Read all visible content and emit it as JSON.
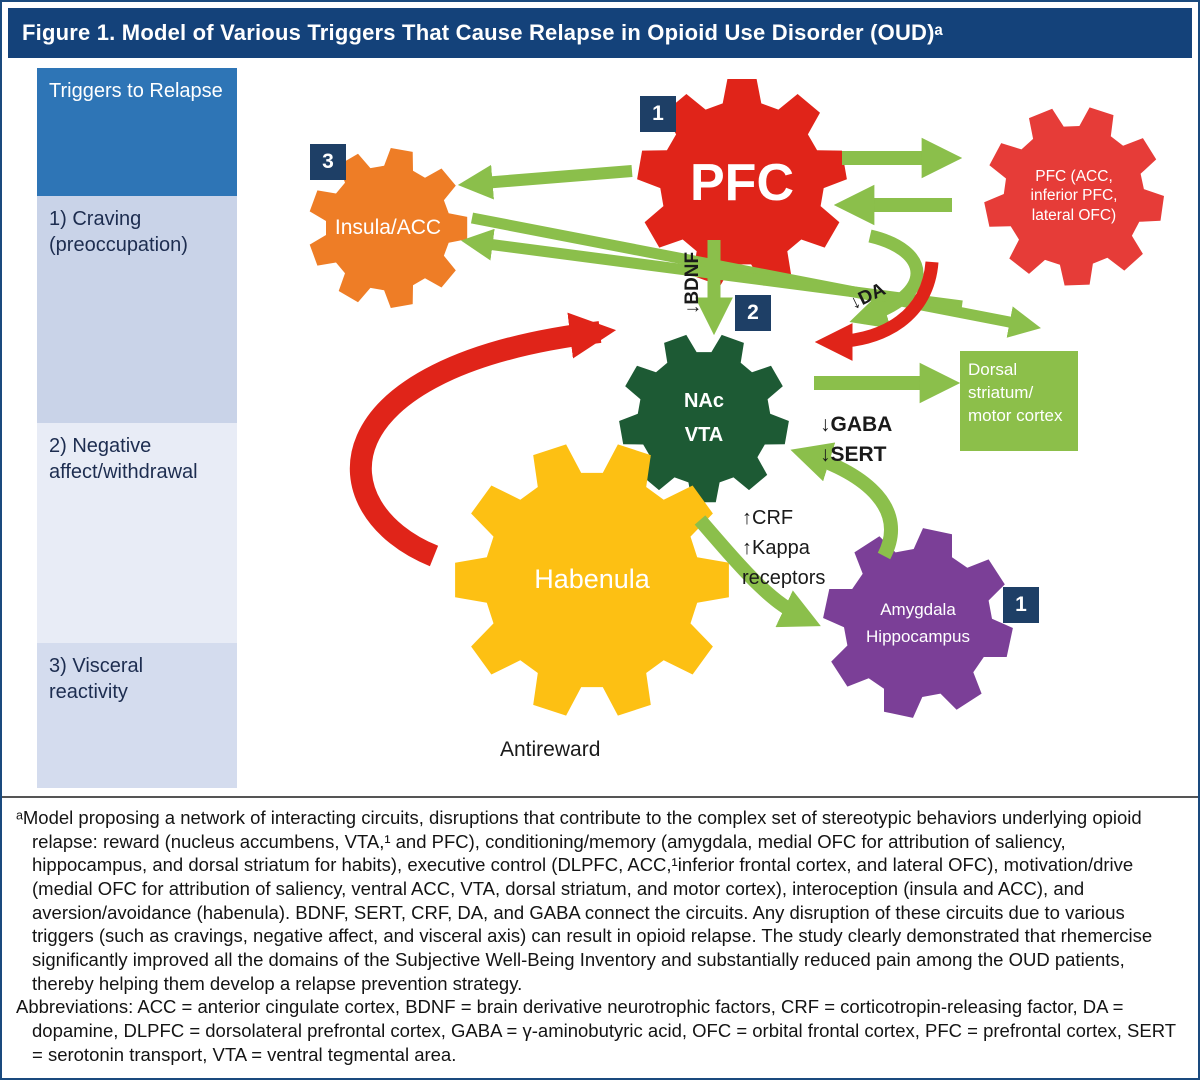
{
  "title": "Figure 1. Model of Various Triggers That Cause Relapse in Opioid Use Disorder (OUD)ᵃ",
  "sidebar": {
    "header": "Triggers to Relapse",
    "items": [
      {
        "label": "1) Craving (preoccupation)"
      },
      {
        "label": "2) Negative affect/withdrawal"
      },
      {
        "label": "3) Visceral reactivity"
      }
    ]
  },
  "diagram": {
    "nodes": {
      "pfc": {
        "label": "PFC",
        "badge": "1",
        "color": "#e02419"
      },
      "pfc_sub": {
        "label": "PFC (ACC, inferior PFC, lateral OFC)",
        "color": "#e63c38"
      },
      "insula": {
        "label": "Insula/ACC",
        "badge": "3",
        "color": "#ee7d26"
      },
      "nac_vta": {
        "line1": "NAc",
        "line2": "VTA",
        "badge": "2",
        "color": "#1d5a34"
      },
      "dorsal_striatum": {
        "label": "Dorsal striatum/ motor cortex",
        "color": "#8cbf4a"
      },
      "habenula": {
        "label": "Habenula",
        "color": "#fdc013"
      },
      "amygdala": {
        "line1": "Amygdala",
        "line2": "Hippocampus",
        "badge": "1",
        "color": "#7b3f97"
      }
    },
    "labels": {
      "bdnf": "↓BDNF",
      "da": "↓DA",
      "gaba": "↓GABA",
      "sert": "↓SERT",
      "crf": "↑CRF",
      "kappa": "↑Kappa",
      "receptors": "receptors",
      "antireward": "Antireward"
    }
  },
  "colors": {
    "title_bar": "#14427a",
    "legend_header": "#2e75b6",
    "legend_item_1": "#c9d3e8",
    "legend_item_2": "#e8ecf6",
    "legend_item_3": "#d4dcee",
    "badge": "#1e3f66",
    "arrow_green": "#8bbf4b",
    "arrow_red": "#e02419"
  },
  "footnotes": {
    "model_note": "ᵃModel proposing a network of interacting circuits, disruptions that contribute to the complex set of stereotypic behaviors underlying opioid relapse: reward (nucleus accumbens, VTA,¹ and PFC), conditioning/memory (amygdala, medial OFC for attribution of saliency, hippocampus, and dorsal striatum for habits), executive control (DLPFC, ACC,¹inferior frontal cortex, and lateral OFC), motivation/drive (medial OFC for attribution of saliency, ventral ACC, VTA, dorsal striatum, and motor cortex), interoception (insula and ACC), and aversion/avoidance (habenula). BDNF, SERT, CRF, DA, and GABA connect the circuits. Any disruption of these circuits due to various triggers (such as cravings, negative affect, and visceral axis) can result in opioid relapse. The study clearly demonstrated that rhemercise significantly improved all the domains of the Subjective Well-Being Inventory and substantially reduced pain among the OUD patients, thereby helping them develop a relapse prevention strategy.",
    "abbreviations": "Abbreviations: ACC = anterior cingulate cortex, BDNF = brain derivative neurotrophic factors, CRF = corticotropin-releasing factor, DA = dopamine, DLPFC = dorsolateral prefrontal cortex, GABA = γ-aminobutyric acid, OFC = orbital frontal cortex, PFC = prefrontal cortex, SERT = serotonin transport, VTA = ventral tegmental area."
  }
}
